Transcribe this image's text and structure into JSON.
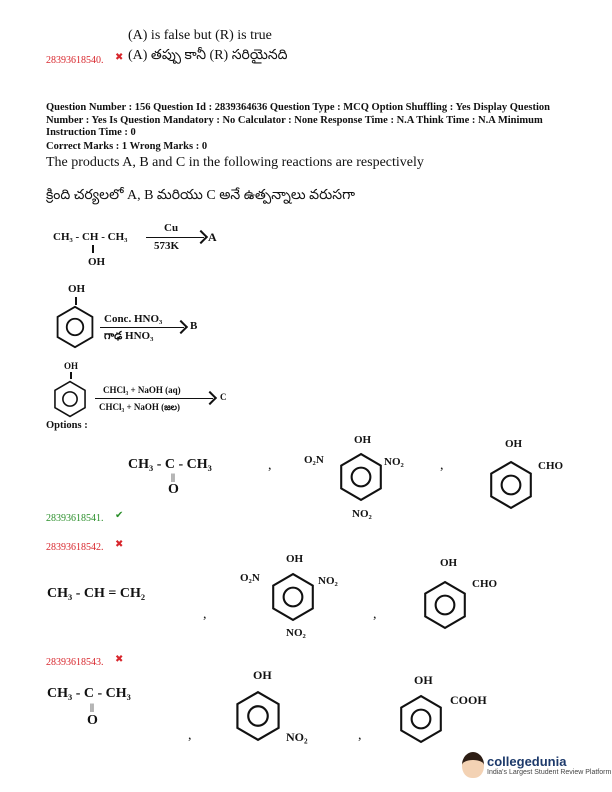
{
  "prev_option": {
    "english": "(A) is false but (R) is true",
    "id": "28393618540.",
    "telugu": "(A) తప్పు కానీ (R) సరియైనది",
    "mark": "✖"
  },
  "question": {
    "meta": "Question Number : 156 Question Id : 2839364636 Question Type : MCQ Option Shuffling : Yes Display Question Number : Yes Is Question Mandatory : No Calculator : None Response Time : N.A Think Time : N.A Minimum Instruction Time : 0",
    "marks": "Correct Marks : 1 Wrong Marks : 0",
    "english": "The products A, B and C in the following reactions are respectively",
    "telugu": "క్రింది చర్యలలో A, B మరియు C అనే ఉత్పన్నాలు వరుసగా"
  },
  "reactions": {
    "r1": {
      "reactant": "CH₃ - CH - CH₃",
      "oh": "OH",
      "above": "Cu",
      "below": "573K",
      "product": "A"
    },
    "r2": {
      "oh": "OH",
      "above": "Conc. HNO₃",
      "below": "గాఢ HNO₃",
      "product": "B"
    },
    "r3": {
      "oh": "OH",
      "above": "CHCl₃ + NaOH (aq)",
      "below": "CHCl₃ + NaOH (జల)",
      "product": "C"
    }
  },
  "options_label": "Options :",
  "options": [
    {
      "id": "28393618541.",
      "status": "correct",
      "mark": "✔",
      "a": "CH₃ - C - CH₃",
      "a_o": "O",
      "a_eq": "||",
      "b": {
        "oh": "OH",
        "left": "O₂N",
        "right": "NO₂",
        "bottom": "NO₂"
      },
      "c": {
        "oh": "OH",
        "sub": "CHO"
      }
    },
    {
      "id": "28393618542.",
      "status": "wrong",
      "mark": "✖",
      "a": "CH₃ - CH = CH₂",
      "b": {
        "oh": "OH",
        "left": "O₂N",
        "right": "NO₂",
        "bottom": "NO₂"
      },
      "c": {
        "oh": "OH",
        "sub": "CHO"
      }
    },
    {
      "id": "28393618543.",
      "status": "wrong",
      "mark": "✖",
      "a": "CH₃ - C - CH₃",
      "a_o": "O",
      "a_eq": "||",
      "b": {
        "oh": "OH",
        "sub": "NO₂"
      },
      "c": {
        "oh": "OH",
        "sub": "COOH"
      }
    }
  ],
  "separator": ",",
  "logo": {
    "name": "collegedunia",
    "tagline": "India's Largest Student Review Platform"
  }
}
